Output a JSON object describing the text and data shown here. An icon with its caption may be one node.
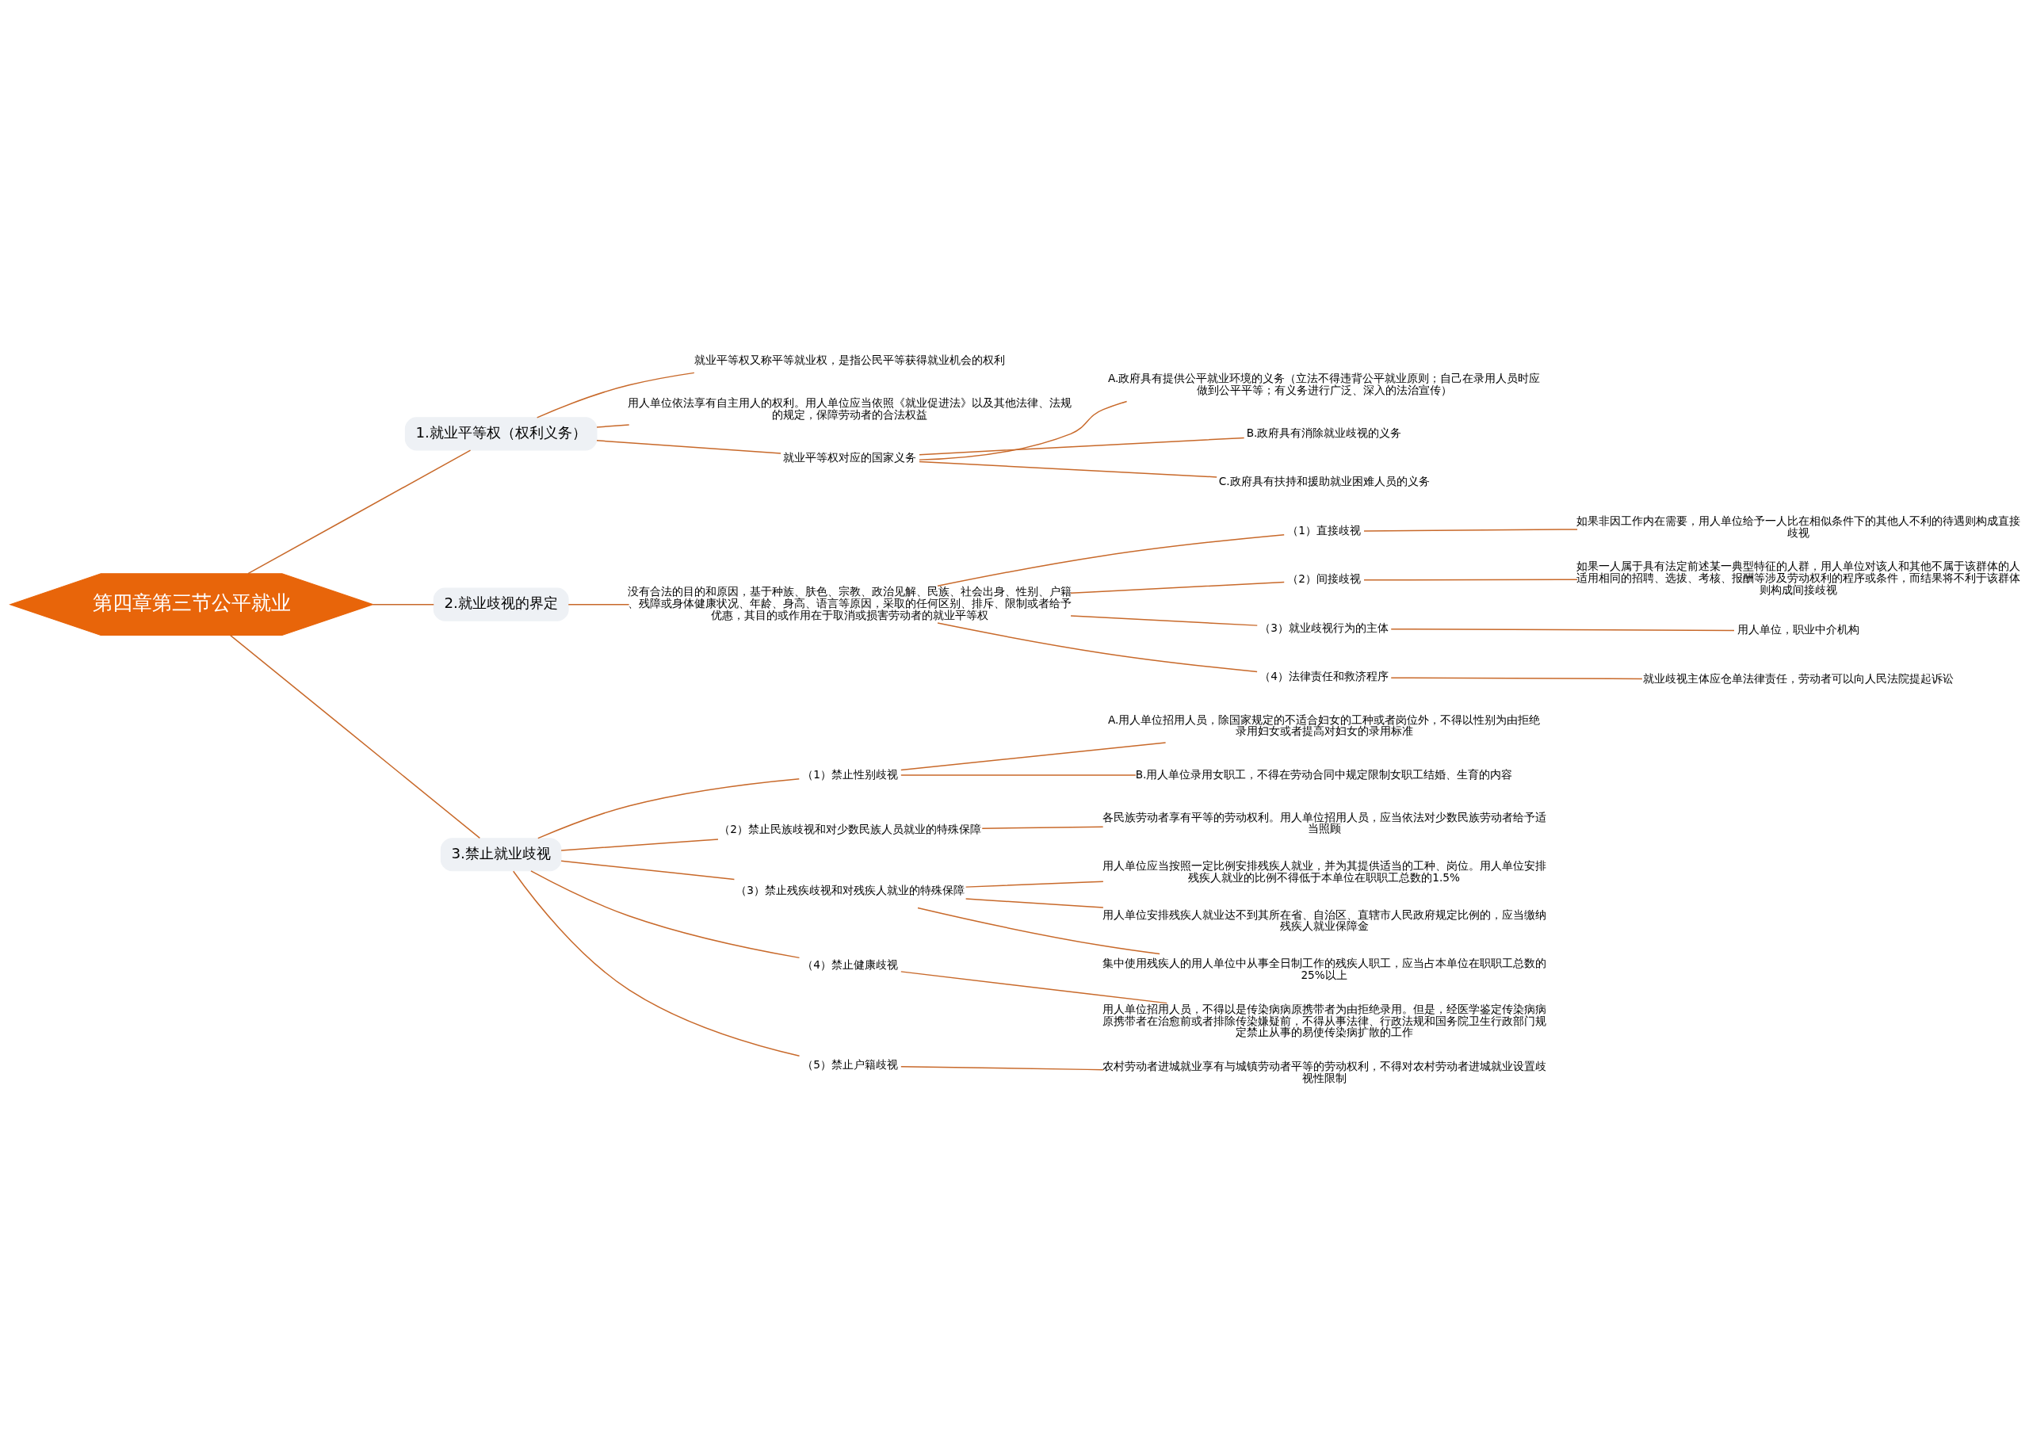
{
  "diagram": {
    "nodes": [
      {
        "text": [
          "第四章第三节公平就业"
        ]
      },
      {
        "text": [
          "1.就业平等权（权利义务）"
        ]
      },
      {
        "text": [
          "就业平等权又称平等就业权，是指公民平等获得就业机会的权利"
        ]
      },
      {
        "text": [
          "用人单位依法享有自主用人的权利。用人单位应当依照《就业促进法》以及其他法律、法规的规定，保障劳动者的合法权益"
        ]
      },
      {
        "text": [
          "就业平等权对应的国家义务"
        ]
      },
      {
        "text": [
          "A.政府具有提供公平就业环境的义务（立法不得违背公平就业原则；自己在录用人员时应做到公平平等；有义务进行广泛、深入的法治宣传）"
        ]
      },
      {
        "text": [
          "B.政府具有消除就业歧视的义务"
        ]
      },
      {
        "text": [
          "C.政府具有扶持和援助就业困难人员的义务"
        ]
      },
      {
        "text": [
          "2.就业歧视的界定"
        ]
      },
      {
        "text": [
          "没有合法的目的和原因，基于种族、肤色、宗教、政治见解、民族、社会出身、性别、户籍、残障或身体健康状况、年龄、身高、语言等原因，采取的任何区别、排斥、限制或者给予优惠，其目的或作用在于取消或损害劳动者的就业平等权"
        ]
      },
      {
        "text": [
          "（1）直接歧视"
        ]
      },
      {
        "text": [
          "如果非因工作内在需要，用人单位给予一人比在相似条件下的其他人不利的待遇则构成直接歧视"
        ]
      },
      {
        "text": [
          "（2）间接歧视"
        ]
      },
      {
        "text": [
          "如果一人属于具有法定前述某一典型特征的人群，用人单位对该人和其他不属于该群体的人适用相同的招聘、选拔、考核、报酬等涉及劳动权利的程序或条件，而结果将不利于该群体则构成间接歧视"
        ]
      },
      {
        "text": [
          "（3）就业歧视行为的主体"
        ]
      },
      {
        "text": [
          "用人单位，职业中介机构"
        ]
      },
      {
        "text": [
          "（4）法律责任和救济程序"
        ]
      },
      {
        "text": [
          "就业歧视主体应仓单法律责任，劳动者可以向人民法院提起诉讼"
        ]
      },
      {
        "text": [
          "3.禁止就业歧视"
        ]
      },
      {
        "text": [
          "（1）禁止性别歧视"
        ]
      },
      {
        "text": [
          "A.用人单位招用人员，除国家规定的不适合妇女的工种或者岗位外，不得以性别为由拒绝录用妇女或者提高对妇女的录用标准"
        ]
      },
      {
        "text": [
          "B.用人单位录用女职工，不得在劳动合同中规定限制女职工结婚、生育的内容"
        ]
      },
      {
        "text": [
          "（2）禁止民族歧视和对少数民族人员就业的特殊保障"
        ]
      },
      {
        "text": [
          "各民族劳动者享有平等的劳动权利。用人单位招用人员，应当依法对少数民族劳动者给予适当照顾"
        ]
      },
      {
        "text": [
          "（3）禁止残疾歧视和对残疾人就业的特殊保障"
        ]
      },
      {
        "text": [
          "用人单位应当按照一定比例安排残疾人就业，并为其提供适当的工种、岗位。用人单位安排残疾人就业的比例不得低于本单位在职职工总数的1.5%"
        ]
      },
      {
        "text": [
          "用人单位安排残疾人就业达不到其所在省、自治区、直辖市人民政府规定比例的，应当缴纳残疾人就业保障金"
        ]
      },
      {
        "text": [
          "集中使用残疾人的用人单位中从事全日制工作的残疾人职工，应当占本单位在职职工总数的25%以上"
        ]
      },
      {
        "text": [
          "（4）禁止健康歧视"
        ]
      },
      {
        "text": [
          "用人单位招用人员，不得以是传染病病原携带者为由拒绝录用。但是，经医学鉴定传染病病原携带者在治愈前或者排除传染嫌疑前，不得从事法律、行政法规和国务院卫生行政部门规定禁止从事的易使传染病扩散的工作"
        ]
      },
      {
        "text": [
          "（5）禁止户籍歧视"
        ]
      },
      {
        "text": [
          "农村劳动者进城就业享有与城镇劳动者平等的劳动权利，不得对农村劳动者进城就业设置歧视性限制"
        ]
      }
    ],
    "edges": [
      {
        "from": 0,
        "to": 1,
        "arrow": "none"
      },
      {
        "from": 1,
        "to": 2,
        "arrow": "none"
      },
      {
        "from": 1,
        "to": 3,
        "arrow": "none"
      },
      {
        "from": 1,
        "to": 4,
        "arrow": "none"
      },
      {
        "from": 4,
        "to": 5,
        "arrow": "none"
      },
      {
        "from": 4,
        "to": 6,
        "arrow": "none"
      },
      {
        "from": 4,
        "to": 7,
        "arrow": "none"
      },
      {
        "from": 0,
        "to": 8,
        "arrow": "none"
      },
      {
        "from": 8,
        "to": 9,
        "arrow": "none"
      },
      {
        "from": 9,
        "to": 10,
        "arrow": "none"
      },
      {
        "from": 10,
        "to": 11,
        "arrow": "none"
      },
      {
        "from": 9,
        "to": 12,
        "arrow": "none"
      },
      {
        "from": 12,
        "to": 13,
        "arrow": "none"
      },
      {
        "from": 9,
        "to": 14,
        "arrow": "none"
      },
      {
        "from": 14,
        "to": 15,
        "arrow": "none"
      },
      {
        "from": 9,
        "to": 16,
        "arrow": "none"
      },
      {
        "from": 16,
        "to": 17,
        "arrow": "none"
      },
      {
        "from": 0,
        "to": 18,
        "arrow": "none"
      },
      {
        "from": 18,
        "to": 19,
        "arrow": "none"
      },
      {
        "from": 19,
        "to": 20,
        "arrow": "none"
      },
      {
        "from": 19,
        "to": 21,
        "arrow": "none"
      },
      {
        "from": 18,
        "to": 22,
        "arrow": "none"
      },
      {
        "from": 22,
        "to": 23,
        "arrow": "none"
      },
      {
        "from": 18,
        "to": 24,
        "arrow": "none"
      },
      {
        "from": 24,
        "to": 25,
        "arrow": "none"
      },
      {
        "from": 24,
        "to": 26,
        "arrow": "none"
      },
      {
        "from": 24,
        "to": 27,
        "arrow": "none"
      },
      {
        "from": 18,
        "to": 28,
        "arrow": "none"
      },
      {
        "from": 28,
        "to": 29,
        "arrow": "none"
      },
      {
        "from": 18,
        "to": 30,
        "arrow": "none"
      },
      {
        "from": 30,
        "to": 31,
        "arrow": "none"
      }
    ]
  }
}
